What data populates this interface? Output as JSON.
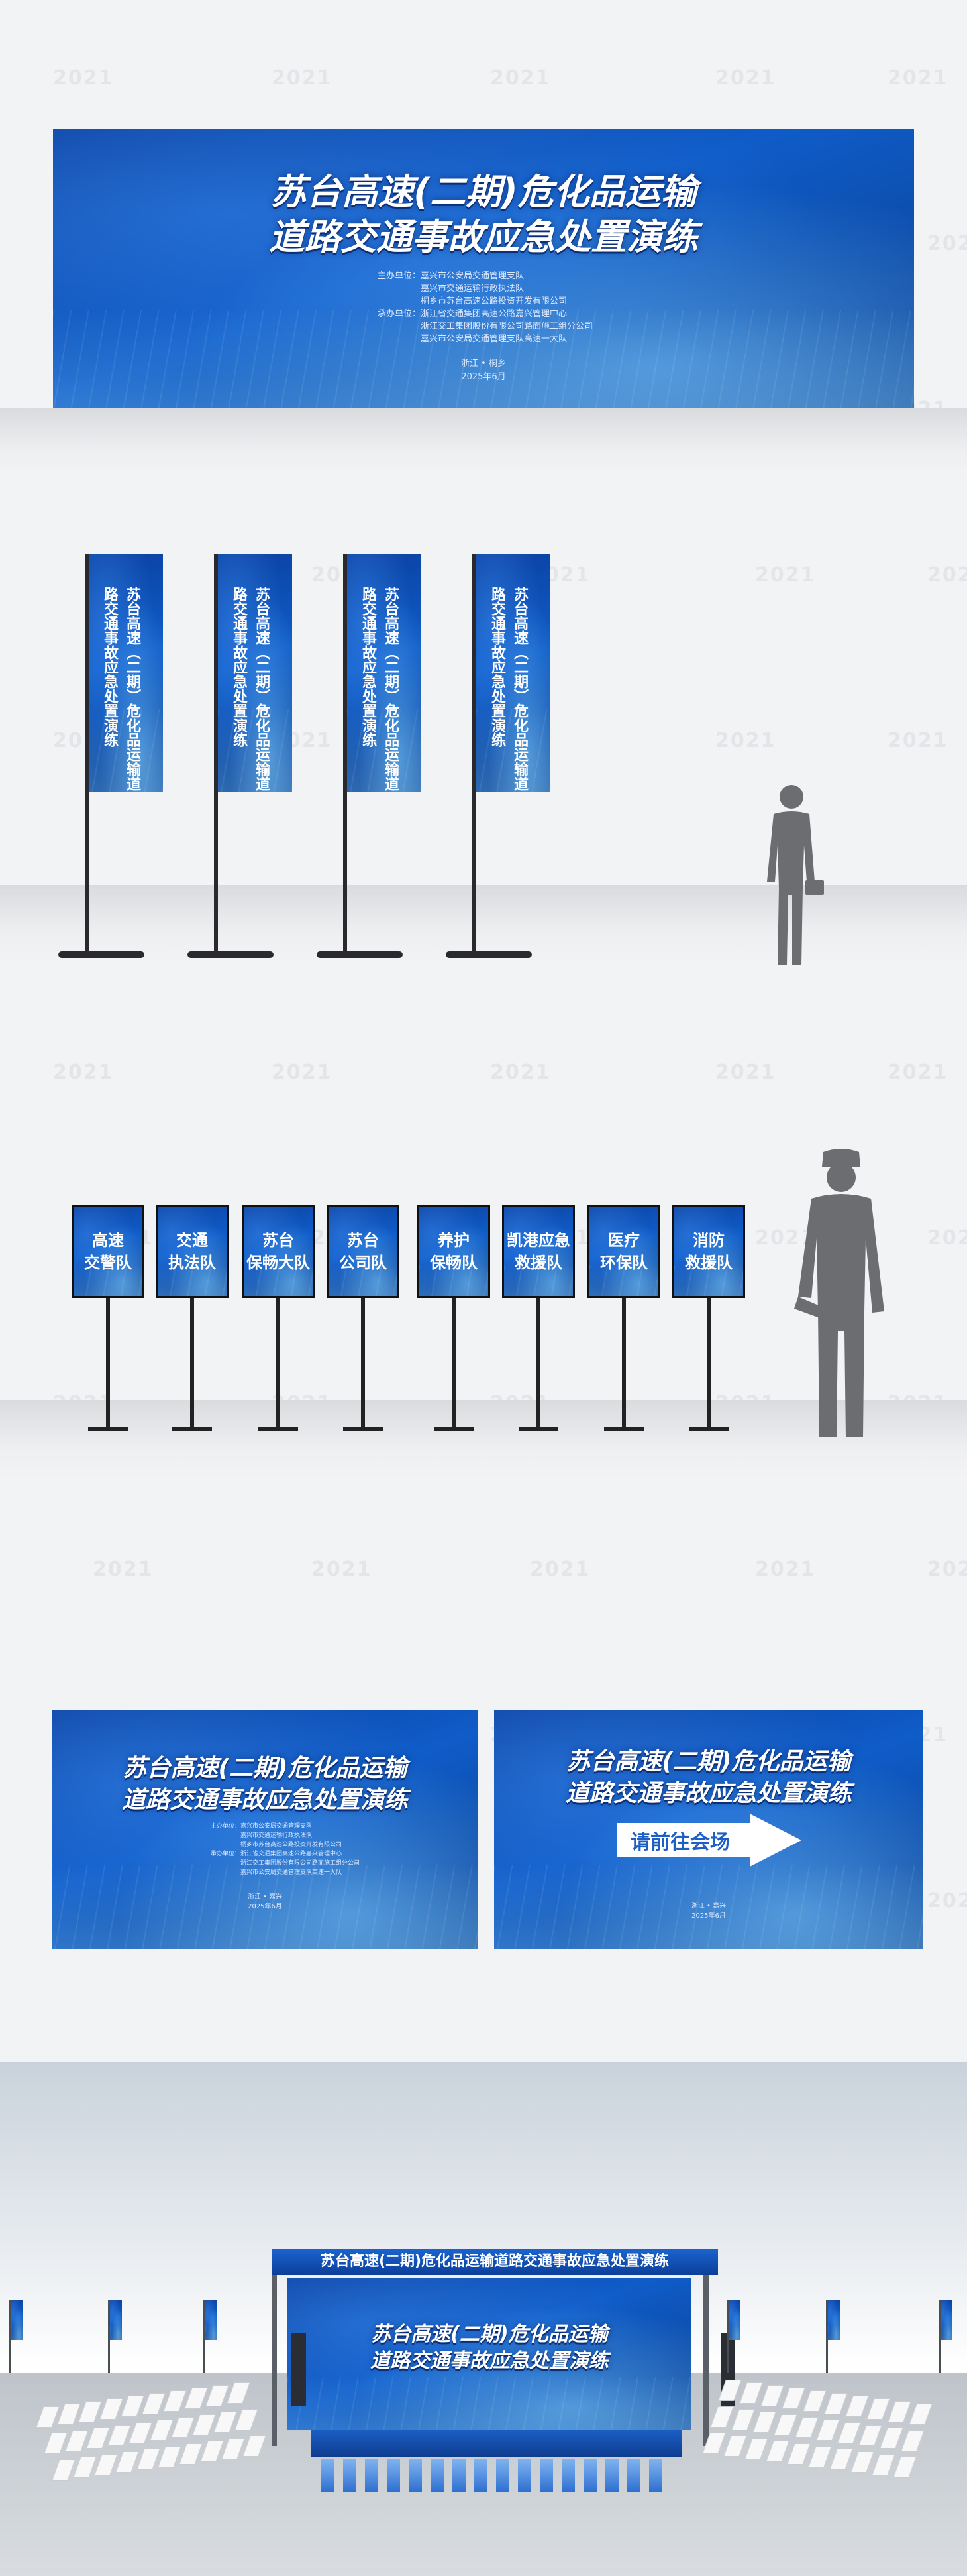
{
  "banner": {
    "title_line1": "苏台高速(二期)危化品运输",
    "title_line2": "道路交通事故应急处置演练",
    "organizers": [
      "主办单位：嘉兴市公安局交通管理支队",
      "　　　　　嘉兴市交通运输行政执法队",
      "　　　　　桐乡市苏台高速公路投资开发有限公司",
      "承办单位：浙江省交通集团高速公路嘉兴管理中心",
      "　　　　　浙江交工集团股份有限公司路面施工组分公司",
      "　　　　　嘉兴市公安局交通管理支队高速一大队"
    ],
    "footer_place": "浙江 • 桐乡",
    "footer_date": "2025年6月"
  },
  "flags": {
    "text": "苏台高速（二期）危化品运输道路交通事故应急处置演练"
  },
  "signs": [
    {
      "label": "高速\n交警队"
    },
    {
      "label": "交通\n执法队"
    },
    {
      "label": "苏台\n保畅大队"
    },
    {
      "label": "苏台\n公司队"
    },
    {
      "label": "养护\n保畅队"
    },
    {
      "label": "凯港应急\n救援队"
    },
    {
      "label": "医疗\n环保队"
    },
    {
      "label": "消防\n救援队"
    }
  ],
  "boards": {
    "left": {
      "title_line1": "苏台高速(二期)危化品运输",
      "title_line2": "道路交通事故应急处置演练",
      "footer_place": "浙江 • 嘉兴",
      "footer_date": "2025年6月"
    },
    "right": {
      "title_line1": "苏台高速(二期)危化品运输",
      "title_line2": "道路交通事故应急处置演练",
      "button_label": "请前往会场",
      "footer_place": "浙江 • 嘉兴",
      "footer_date": "2025年6月"
    }
  },
  "stage": {
    "header_text": "苏台高速(二期)危化品运输道路交通事故应急处置演练",
    "screen_line1": "苏台高速(二期)危化品运输",
    "screen_line2": "道路交通事故应急处置演练"
  },
  "watermark": "2021",
  "colors": {
    "brand_blue": "#0f5cc8",
    "deep_blue": "#0b3f9e",
    "background": "#f2f3f5"
  }
}
